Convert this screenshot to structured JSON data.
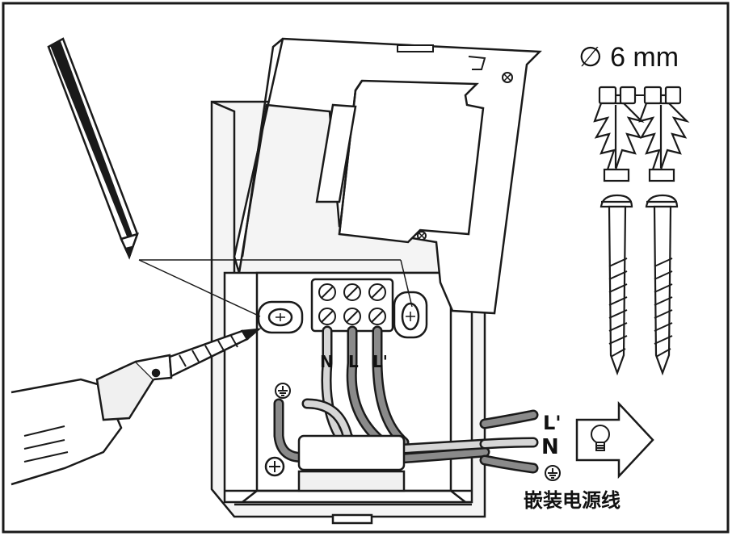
{
  "labels": {
    "drill_size": "∅ 6 mm",
    "terminal_n": "N",
    "terminal_l": "L",
    "terminal_l_prime": "L'",
    "out_l_prime": "L'",
    "out_n": "N",
    "power_cable": "嵌装电源线"
  },
  "icons": [
    "pencil-icon",
    "drill-icon",
    "wall-plug-icon",
    "screw-icon",
    "light-bulb-icon",
    "earth-ground-icon",
    "arrow-right-icon"
  ],
  "colors": {
    "line": "#1a1a1a",
    "wire": "#8a8a8a",
    "wire_light": "#d6d6d6",
    "background": "#ffffff"
  }
}
